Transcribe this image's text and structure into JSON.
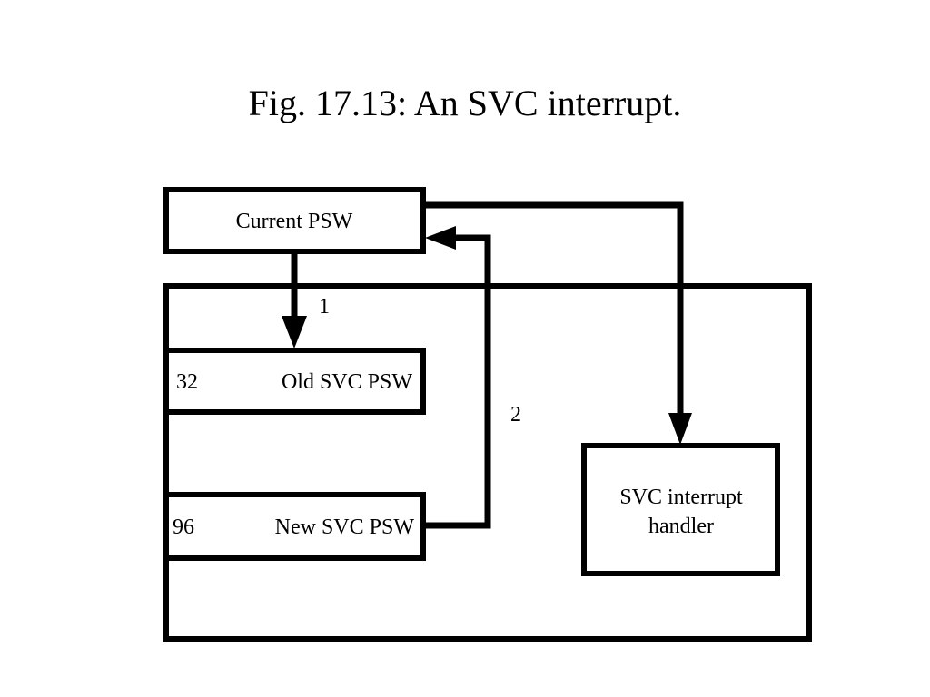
{
  "title": "Fig. 17.13: An SVC interrupt.",
  "boxes": {
    "current_psw": "Current PSW",
    "old_svc_psw": {
      "address": "32",
      "label": "Old SVC PSW"
    },
    "new_svc_psw": {
      "address": "96",
      "label": "New SVC PSW"
    },
    "svc_handler": {
      "line1": "SVC interrupt",
      "line2": "handler"
    }
  },
  "arrows": {
    "step1": "1",
    "step2": "2"
  }
}
